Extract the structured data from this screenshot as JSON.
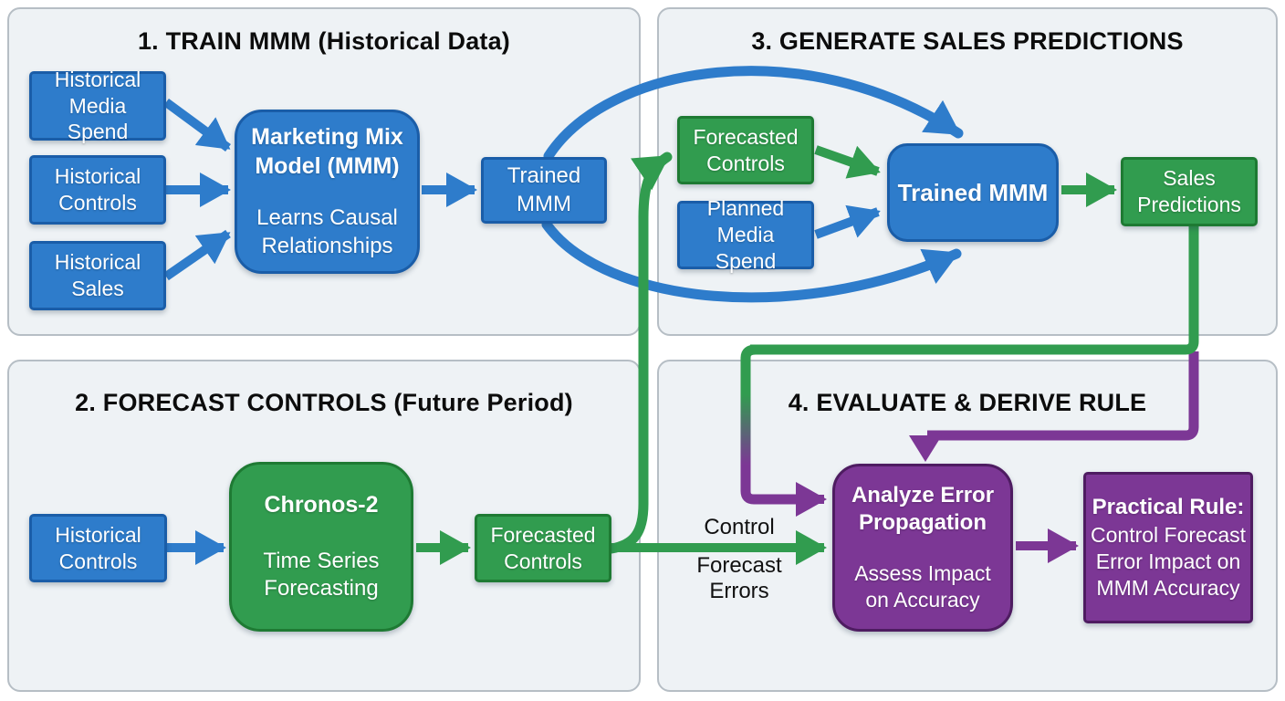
{
  "diagram": {
    "quadrants": [
      {
        "title": "1. TRAIN MMM (Historical Data)"
      },
      {
        "title": "2. FORECAST CONTROLS (Future Period)"
      },
      {
        "title": "3. GENERATE SALES PREDICTIONS"
      },
      {
        "title": "4. EVALUATE & DERIVE RULE"
      }
    ],
    "nodes": {
      "historical_media_spend": {
        "label": "Historical Media Spend"
      },
      "historical_controls_q1": {
        "label": "Historical Controls"
      },
      "historical_sales": {
        "label": "Historical Sales"
      },
      "mmm": {
        "title": "Marketing Mix Model (MMM)",
        "subtitle": "Learns Causal Relationships"
      },
      "trained_mmm_q1": {
        "label": "Trained MMM"
      },
      "historical_controls_q2": {
        "label": "Historical Controls"
      },
      "chronos": {
        "title": "Chronos-2",
        "subtitle": "Time Series Forecasting"
      },
      "forecasted_controls_q2": {
        "label": "Forecasted Controls"
      },
      "forecasted_controls_q3": {
        "label": "Forecasted Controls"
      },
      "planned_media_spend": {
        "label": "Planned Media Spend"
      },
      "trained_mmm_q3": {
        "label": "Trained MMM"
      },
      "sales_predictions": {
        "label": "Sales Predictions"
      },
      "analyze_error": {
        "title": "Analyze Error Propagation",
        "subtitle": "Assess Impact on Accuracy"
      },
      "practical_rule": {
        "title": "Practical Rule:",
        "subtitle": "Control Forecast Error Impact on MMM Accuracy"
      }
    },
    "edge_labels": {
      "control_forecast_errors": {
        "line1": "Control",
        "line2": "Forecast",
        "line3": "Errors"
      }
    },
    "colors": {
      "blue": "#2e7ccb",
      "blue_border": "#1a5da8",
      "green": "#319c4f",
      "green_border": "#1e7a33",
      "purple": "#7c3795",
      "purple_border": "#4e1c61",
      "panel_bg": "#eef2f5",
      "panel_border": "#b6bec5"
    }
  }
}
